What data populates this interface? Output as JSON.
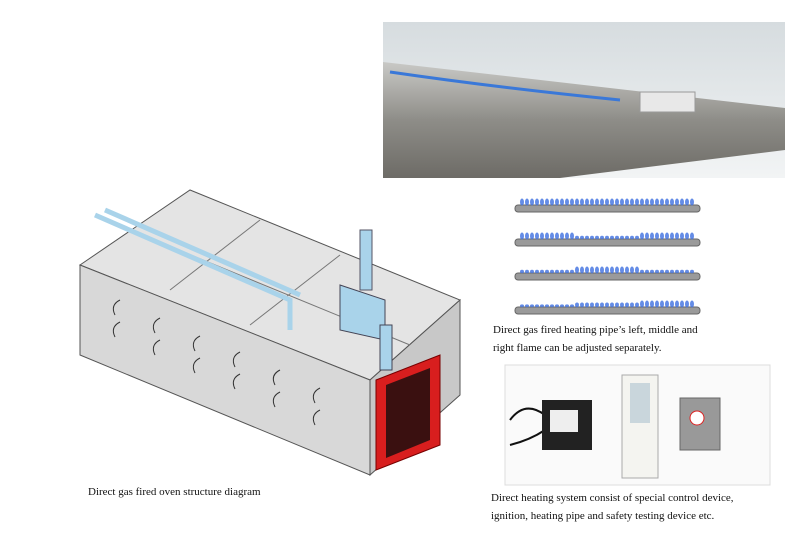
{
  "captions": {
    "oven": "Direct gas fired oven structure diagram",
    "flame_line1": "Direct gas fired heating pipe’s left, middle and",
    "flame_line2": "right flame can be adjusted separately.",
    "system_line1": "Direct heating system consist of special control device,",
    "system_line2": "ignition, heating pipe and safety testing device etc."
  },
  "colors": {
    "pipe_blue": "#a9d3ea",
    "burner_red": "#d81e1e",
    "flame_blue": "#3d6fe0",
    "oven_gray": "#dcdcdc"
  }
}
